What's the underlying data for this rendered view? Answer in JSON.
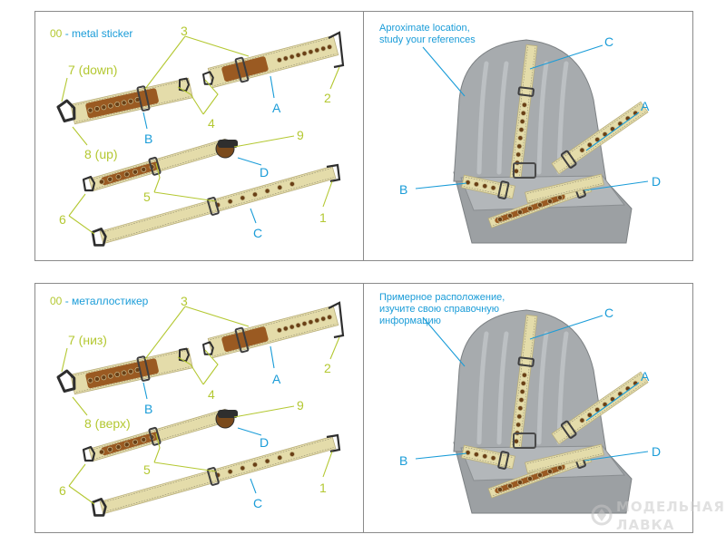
{
  "top": {
    "legend": {
      "code": "00",
      "text": "- metal sticker"
    },
    "belt_labels": {
      "n3": "3",
      "n7": "7 (down)",
      "n2": "2",
      "n4": "4",
      "nA": "A",
      "nB": "B",
      "n8": "8 (up)",
      "n9": "9",
      "nD": "D",
      "n5": "5",
      "n6": "6",
      "n1": "1",
      "nC": "C"
    },
    "seat_note": "Aproximate location, study your references",
    "seat_labels": {
      "C": "C",
      "A": "A",
      "B": "B",
      "D": "D"
    }
  },
  "bottom": {
    "legend": {
      "code": "00",
      "text": "- металлостикер"
    },
    "belt_labels": {
      "n3": "3",
      "n7": "7 (низ)",
      "n2": "2",
      "n4": "4",
      "nA": "A",
      "nB": "B",
      "n8": "8 (верх)",
      "n9": "9",
      "nD": "D",
      "n5": "5",
      "n6": "6",
      "n1": "1",
      "nC": "C"
    },
    "seat_note": "Примерное расположение, изучите свою справочную информацию",
    "seat_labels": {
      "C": "C",
      "A": "A",
      "B": "B",
      "D": "D"
    }
  },
  "watermark": {
    "line1": "МОДЕЛЬНАЯ",
    "line2": "ЛАВКА"
  },
  "colors": {
    "belt_fabric": "#e4dcaa",
    "leather": "#9a5a22",
    "seat": "#a7abae",
    "callout_lime": "#b4c832",
    "callout_cyan": "#1a9cd8"
  }
}
